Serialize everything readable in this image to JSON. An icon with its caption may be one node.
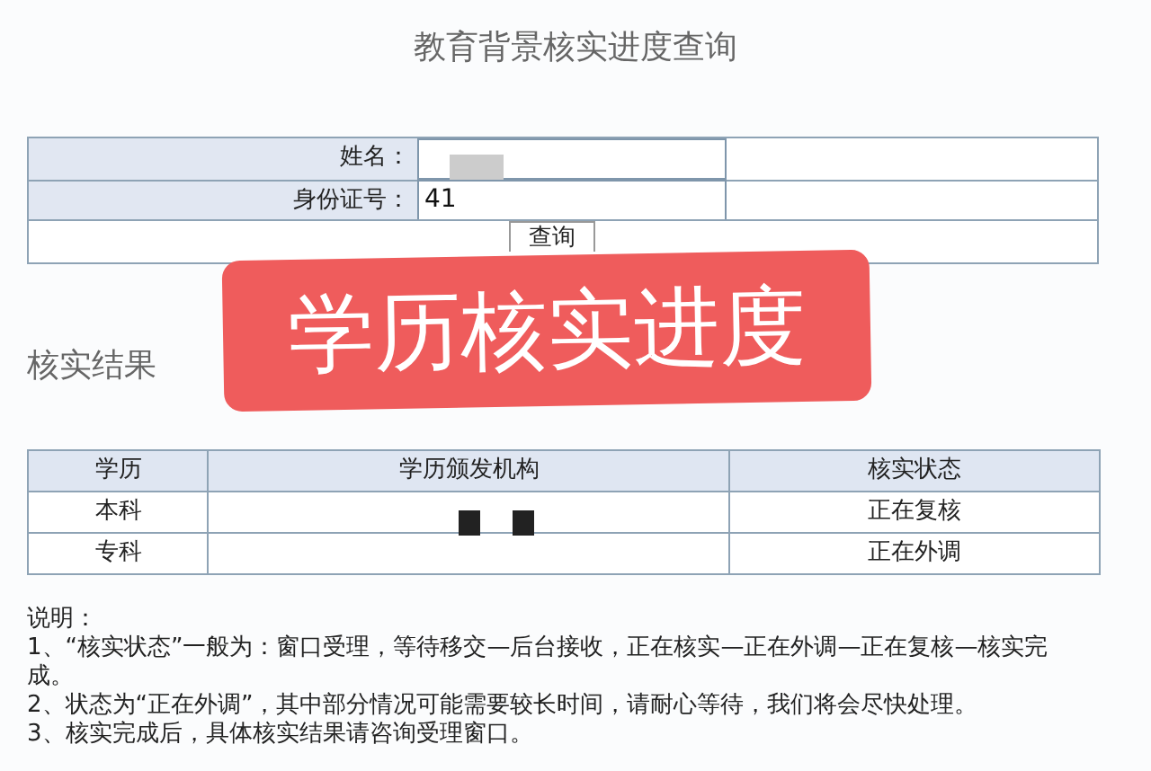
{
  "diagram": {
    "title": "教育背景核实进度查询",
    "nodes": [
      {
        "text": [
          "学历核实进度"
        ]
      }
    ],
    "labels": [
      "姓名：",
      "身份证号：",
      "41",
      "查询",
      "核实结果",
      "学历",
      "学历颁发机构",
      "核实状态",
      "本科",
      "正在复核",
      "专科",
      "正在外调",
      "说明：",
      "1、“核实状态”一般为：窗口受理，等待移交—后台接收，正在核实—正在外调—正在复核—核实完成。",
      "2、状态为“正在外调”，其中部分情况可能需要较长时间，请耐心等待，我们将会尽快处理。",
      "3、核实完成后，具体核实结果请咨询受理窗口。"
    ]
  }
}
